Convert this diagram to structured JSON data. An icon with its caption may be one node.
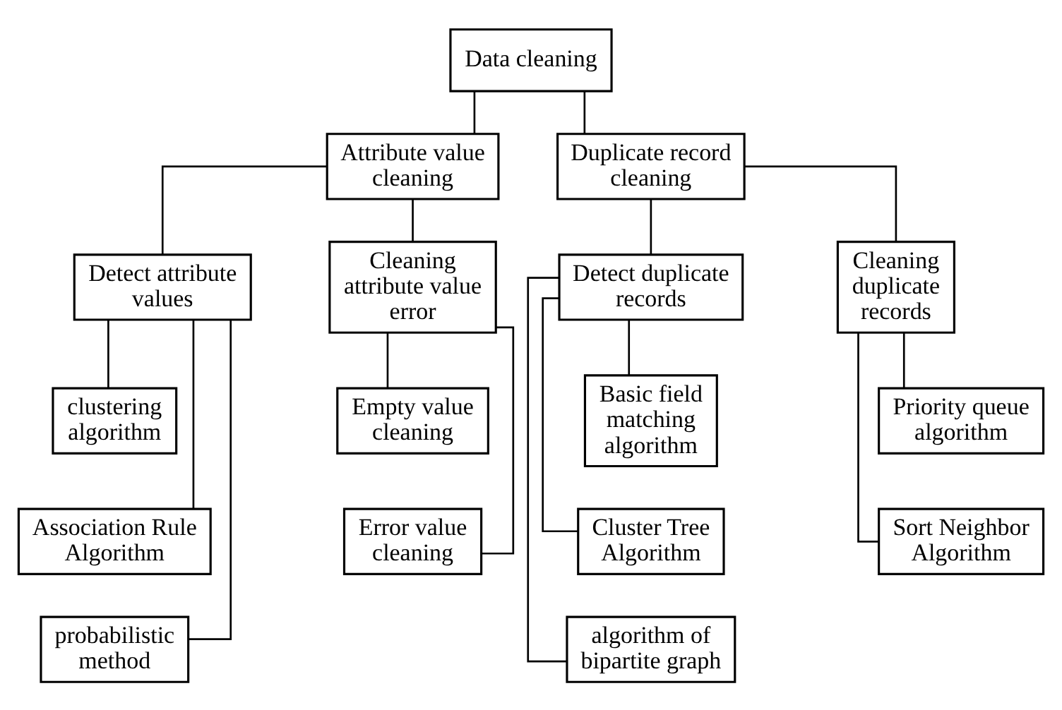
{
  "diagram": {
    "nodes": [
      {
        "text": [
          "Data cleaning"
        ]
      },
      {
        "text": [
          "Attribute value cleaning"
        ]
      },
      {
        "text": [
          "Duplicate record cleaning"
        ]
      },
      {
        "text": [
          "Detect attribute values"
        ]
      },
      {
        "text": [
          "Cleaning attribute value error"
        ]
      },
      {
        "text": [
          "Detect duplicate records"
        ]
      },
      {
        "text": [
          "Cleaning duplicate records"
        ]
      },
      {
        "text": [
          "clustering algorithm"
        ]
      },
      {
        "text": [
          "Association Rule Algorithm"
        ]
      },
      {
        "text": [
          "probabilistic method"
        ]
      },
      {
        "text": [
          "Empty value cleaning"
        ]
      },
      {
        "text": [
          "Error value cleaning"
        ]
      },
      {
        "text": [
          "Basic field matching algorithm"
        ]
      },
      {
        "text": [
          "Cluster Tree Algorithm"
        ]
      },
      {
        "text": [
          "algorithm of bipartite graph"
        ]
      },
      {
        "text": [
          "Priority queue algorithm"
        ]
      },
      {
        "text": [
          "Sort Neighbor Algorithm"
        ]
      }
    ],
    "edges": [
      {
        "from": 0,
        "to": 1,
        "arrow": "none"
      },
      {
        "from": 0,
        "to": 2,
        "arrow": "none"
      },
      {
        "from": 1,
        "to": 3,
        "arrow": "none"
      },
      {
        "from": 1,
        "to": 4,
        "arrow": "none"
      },
      {
        "from": 2,
        "to": 5,
        "arrow": "none"
      },
      {
        "from": 2,
        "to": 6,
        "arrow": "none"
      },
      {
        "from": 3,
        "to": 7,
        "arrow": "none"
      },
      {
        "from": 3,
        "to": 8,
        "arrow": "none"
      },
      {
        "from": 3,
        "to": 9,
        "arrow": "none"
      },
      {
        "from": 4,
        "to": 10,
        "arrow": "none"
      },
      {
        "from": 4,
        "to": 11,
        "arrow": "none"
      },
      {
        "from": 5,
        "to": 12,
        "arrow": "none"
      },
      {
        "from": 5,
        "to": 13,
        "arrow": "none"
      },
      {
        "from": 5,
        "to": 14,
        "arrow": "none"
      },
      {
        "from": 6,
        "to": 15,
        "arrow": "none"
      },
      {
        "from": 6,
        "to": 16,
        "arrow": "none"
      }
    ]
  }
}
